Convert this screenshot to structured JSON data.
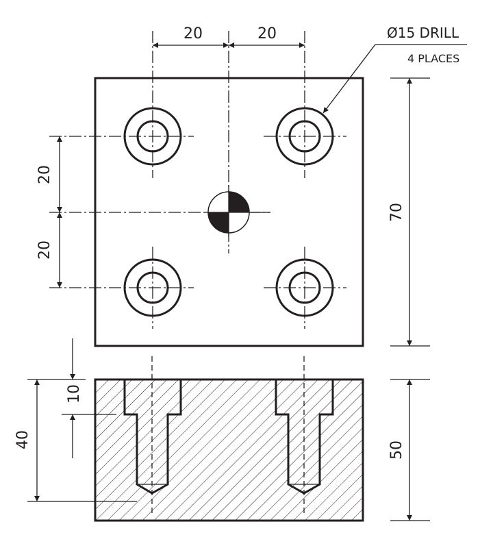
{
  "drawing": {
    "callout": {
      "line1": "Ø15 DRILL",
      "line2": "4 PLACES"
    },
    "dimensions": {
      "top_left_spacing": "20",
      "top_right_spacing": "20",
      "left_upper_spacing": "20",
      "left_lower_spacing": "20",
      "plate_height": "70",
      "counterbore_depth": "10",
      "drill_depth": "40",
      "section_thickness": "50"
    },
    "colors": {
      "ink": "#231f20",
      "background": "#ffffff"
    }
  }
}
